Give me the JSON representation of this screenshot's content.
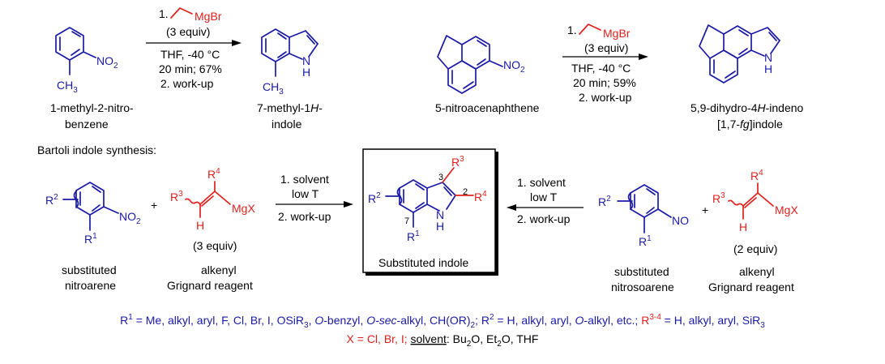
{
  "reaction1": {
    "start_name": [
      "1-methyl-2-nitro-",
      "benzene"
    ],
    "product_name": [
      "7-methyl-1",
      "H",
      "-",
      "indole"
    ],
    "conditions": [
      "1.",
      "MgBr",
      "(3 equiv)",
      "THF, -40 °C",
      "20 min; 67%",
      "2. work-up"
    ]
  },
  "reaction2": {
    "start_name": "5-nitroacenaphthene",
    "product_name": [
      "5,9-dihydro-4",
      "H",
      "-indeno",
      "[1,7-",
      "fg",
      "]indole"
    ],
    "conditions": [
      "1.",
      "MgBr",
      "(3 equiv)",
      "THF, -40 °C",
      "20 min; 59%",
      "2. work-up"
    ]
  },
  "bartoli": {
    "heading": "Bartoli indole synthesis:",
    "left_conditions": [
      "1. solvent",
      "low T",
      "2. work-up"
    ],
    "right_conditions": [
      "1. solvent",
      "low T",
      "2. work-up"
    ],
    "left_reagent_equiv": "(3 equiv)",
    "right_reagent_equiv": "(2 equiv)",
    "product_caption": "Substituted indole",
    "nitroarene_caption": [
      "substituted",
      "nitroarene"
    ],
    "alkenyl_caption_left": [
      "alkenyl",
      "Grignard reagent"
    ],
    "nitrosoarene_caption": [
      "substituted",
      "nitrosoarene"
    ],
    "alkenyl_caption_right": [
      "alkenyl",
      "Grignard reagent"
    ],
    "plus": "+",
    "ring_numbers": [
      "2",
      "3",
      "7"
    ]
  },
  "atoms": {
    "no2": "NO",
    "no2_sub": "2",
    "no": "NO",
    "ch3": "CH",
    "ch3_sub": "3",
    "nh_n": "N",
    "nh_h": "H",
    "r": "R",
    "r1": "1",
    "r2": "2",
    "r3": "3",
    "r4": "4",
    "mgx": "MgX",
    "h": "H",
    "mgbr": "MgBr"
  },
  "footnote": {
    "line1": {
      "r1_label": "R",
      "r1_sup": "1",
      "r1_values": " = Me, alkyl, aryl, F, Cl, Br, I, OSiR",
      "r1_sub3": "3",
      "part_sep": ", ",
      "o_benzyl_o": "O",
      "o_benzyl_rest": "-benzyl, ",
      "o_sec_o": "O-sec",
      "o_sec_rest": "-alkyl, CH(OR)",
      "ch_sub": "2",
      "semicolon": ";",
      "r2_label": " R",
      "r2_sup": "2",
      "r2_values": " = H, alkyl, aryl, ",
      "r2_o": "O",
      "r2_rest": "-alkyl, etc.;",
      "r34_label": " R",
      "r34_sup": "3-4",
      "r34_values": " = H, alkyl, aryl, SiR",
      "r34_sub": "3"
    },
    "line2": {
      "x_part": "X = Cl, Br, I;",
      "solvent_label": "solvent",
      "solvent_values": ": Bu",
      "bu_sub": "2",
      "et_part": "O, Et",
      "et_sub": "2",
      "thf_part": "O, THF"
    }
  }
}
